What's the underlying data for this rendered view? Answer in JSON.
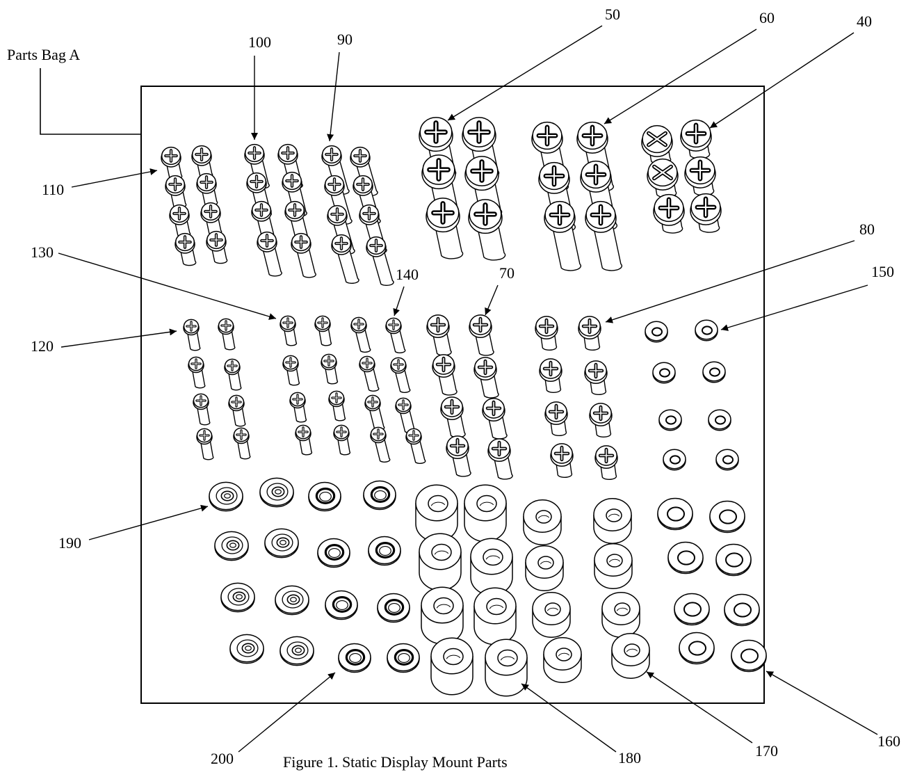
{
  "bag_label": "Parts Bag A",
  "caption": "Figure 1.  Static Display Mount Parts",
  "callouts": [
    {
      "id": "50",
      "label": "50"
    },
    {
      "id": "60",
      "label": "60"
    },
    {
      "id": "40",
      "label": "40"
    },
    {
      "id": "100",
      "label": "100"
    },
    {
      "id": "90",
      "label": "90"
    },
    {
      "id": "110",
      "label": "110"
    },
    {
      "id": "130",
      "label": "130"
    },
    {
      "id": "140",
      "label": "140"
    },
    {
      "id": "70",
      "label": "70"
    },
    {
      "id": "80",
      "label": "80"
    },
    {
      "id": "150",
      "label": "150"
    },
    {
      "id": "120",
      "label": "120"
    },
    {
      "id": "190",
      "label": "190"
    },
    {
      "id": "200",
      "label": "200"
    },
    {
      "id": "180",
      "label": "180"
    },
    {
      "id": "170",
      "label": "170"
    },
    {
      "id": "160",
      "label": "160"
    }
  ]
}
